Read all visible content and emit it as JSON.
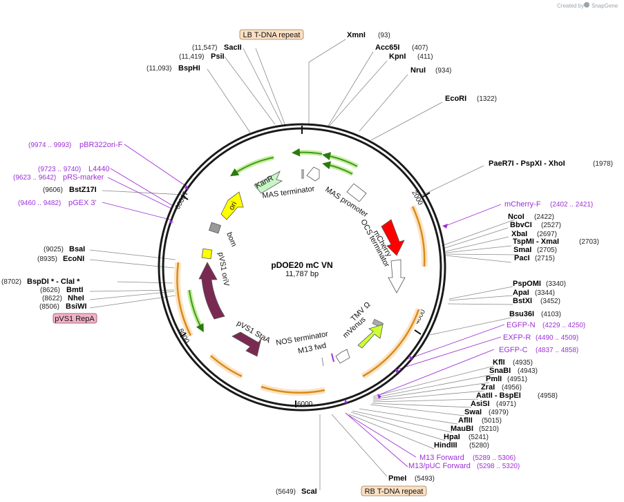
{
  "credit": {
    "created_by": "Created by",
    "brand": "SnapGene"
  },
  "plasmid": {
    "name": "pDOE20 mC VN",
    "length_label": "11,787 bp"
  },
  "boxed_labels": {
    "lb": "LB T-DNA repeat",
    "rb": "RB T-DNA repeat",
    "pvs1": "pVS1 RepA"
  },
  "ticks": [
    "2000",
    "4000",
    "6000",
    "8000",
    "10000"
  ],
  "features": [
    {
      "label": "KanR"
    },
    {
      "label": "MAS terminator"
    },
    {
      "label": "MAS promoter"
    },
    {
      "label": "mCherry"
    },
    {
      "label": "OCS terminator"
    },
    {
      "label": "ori"
    },
    {
      "label": "bom"
    },
    {
      "label": "pVS1 oriV"
    },
    {
      "label": "pVS1 StaA"
    },
    {
      "label": "TMV Ω"
    },
    {
      "label": "mVenus"
    },
    {
      "label": "NOS terminator"
    },
    {
      "label": "M13 fwd"
    }
  ],
  "sites": [
    {
      "name": "XmnI",
      "pos": "(93)"
    },
    {
      "name": "Acc65I",
      "pos": "(407)"
    },
    {
      "name": "KpnI",
      "pos": "(411)"
    },
    {
      "name": "NruI",
      "pos": "(934)"
    },
    {
      "name": "EcoRI",
      "pos": "(1322)"
    },
    {
      "name": "PaeR7I   - PspXI   - XhoI",
      "pos": "(1978)"
    },
    {
      "name": "NcoI",
      "pos": "(2422)"
    },
    {
      "name": "BbvCI",
      "pos": "(2527)"
    },
    {
      "name": "XbaI",
      "pos": "(2697)"
    },
    {
      "name": "TspMI   - XmaI",
      "pos": "(2703)"
    },
    {
      "name": "SmaI",
      "pos": "(2705)"
    },
    {
      "name": "PacI",
      "pos": "(2715)"
    },
    {
      "name": "PspOMI",
      "pos": "(3340)"
    },
    {
      "name": "ApaI",
      "pos": "(3344)"
    },
    {
      "name": "BstXI",
      "pos": "(3452)"
    },
    {
      "name": "Bsu36I",
      "pos": "(4103)"
    },
    {
      "name": "KflI",
      "pos": "(4935)"
    },
    {
      "name": "SnaBI",
      "pos": "(4943)"
    },
    {
      "name": "PmlI",
      "pos": "(4951)"
    },
    {
      "name": "ZraI",
      "pos": "(4956)"
    },
    {
      "name": "AatII   - BspEI",
      "pos": "(4958)"
    },
    {
      "name": "AsiSI",
      "pos": "(4971)"
    },
    {
      "name": "SwaI",
      "pos": "(4979)"
    },
    {
      "name": "AflII",
      "pos": "(5015)"
    },
    {
      "name": "MauBI",
      "pos": "(5210)"
    },
    {
      "name": "HpaI",
      "pos": "(5241)"
    },
    {
      "name": "HindIII",
      "pos": "(5280)"
    },
    {
      "name": "PmeI",
      "pos": "(5493)"
    },
    {
      "name": "ScaI",
      "pos": "(5649)"
    },
    {
      "name": "BsiWI",
      "pos": "(8506)"
    },
    {
      "name": "NheI",
      "pos": "(8622)"
    },
    {
      "name": "BmtI",
      "pos": "(8626)"
    },
    {
      "name": "BspDI *  - ClaI *",
      "pos": "(8702)"
    },
    {
      "name": "EcoNI",
      "pos": "(8935)"
    },
    {
      "name": "BsaI",
      "pos": "(9025)"
    },
    {
      "name": "BstZ17I",
      "pos": "(9606)"
    },
    {
      "name": "BspHI",
      "pos": "(11,093)"
    },
    {
      "name": "PsiI",
      "pos": "(11,419)"
    },
    {
      "name": "SacII",
      "pos": "(11,547)"
    }
  ],
  "primers": [
    {
      "name": "mCherry-F",
      "pos": "(2402 .. 2421)"
    },
    {
      "name": "EGFP-N",
      "pos": "(4229 .. 4250)"
    },
    {
      "name": "EXFP-R",
      "pos": "(4490 .. 4509)"
    },
    {
      "name": "EGFP-C",
      "pos": "(4837 .. 4858)"
    },
    {
      "name": "M13 Forward",
      "pos": "(5289 .. 5306)"
    },
    {
      "name": "M13/pUC Forward",
      "pos": "(5298 .. 5320)"
    },
    {
      "name": "pBR322ori-F",
      "pos": "(9974 .. 9993)"
    },
    {
      "name": "L4440",
      "pos": "(9723 .. 9740)"
    },
    {
      "name": "pRS-marker",
      "pos": "(9623 .. 9642)"
    },
    {
      "name": "pGEX 3'",
      "pos": "(9460 .. 9482)"
    }
  ],
  "colors": {
    "backbone": "#1a1a1a",
    "primer": "#9d2fd6",
    "mcherry": "#ff0000",
    "mvenus": "#ccff33",
    "kanr": "#c8f5c8",
    "ori": "#ffff00",
    "bom": "#999999",
    "pvs1": "#7a2a52",
    "orange_outer": "#fbe4c2",
    "orange_inner": "#d98a1a",
    "green_arrow": "#3a9a1a",
    "box_fill": "#fbe0c4",
    "repa_fill": "#f2b3c6"
  }
}
